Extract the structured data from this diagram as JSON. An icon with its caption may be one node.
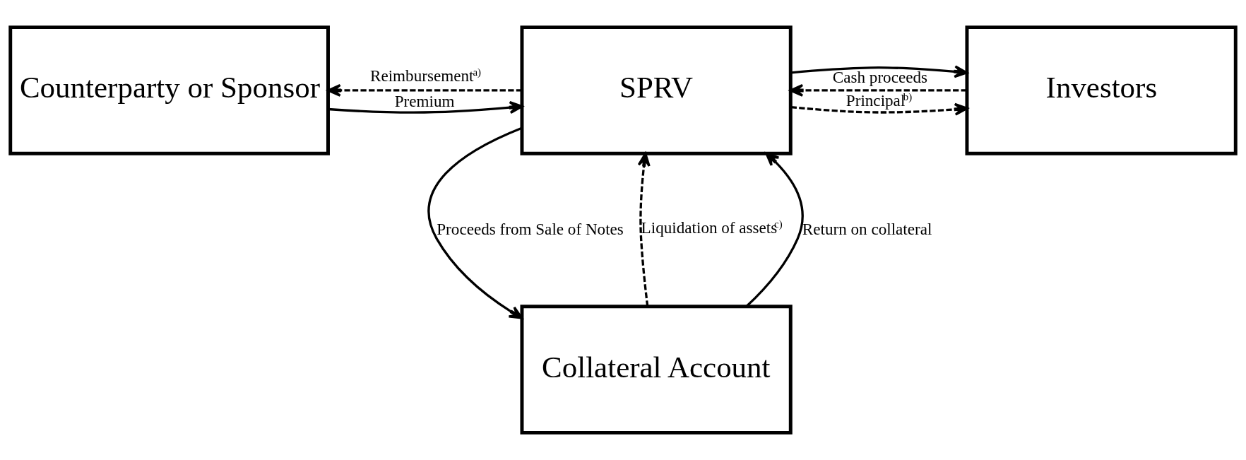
{
  "diagram": {
    "nodes": [
      {
        "text": [
          "Counterparty or Sponsor"
        ]
      },
      {
        "text": [
          "SPRV"
        ]
      },
      {
        "text": [
          "Investors"
        ]
      },
      {
        "text": [
          "Collateral Account"
        ]
      }
    ],
    "edges": [
      {
        "from": 0,
        "to": 1,
        "arrow": "to",
        "label": "Premium"
      },
      {
        "from": 1,
        "to": 0,
        "arrow": "to",
        "label": "Reimbursement$^{a)}$",
        "style": "dashed"
      },
      {
        "from": 1,
        "to": 2,
        "arrow": "to"
      },
      {
        "from": 1,
        "to": 2,
        "arrow": "to",
        "label": "Principal$^{b)}$",
        "style": "dashed"
      },
      {
        "from": 2,
        "to": 1,
        "arrow": "to",
        "label": "Cash proceeds",
        "style": "dashed"
      },
      {
        "from": 3,
        "to": 1,
        "arrow": "to",
        "label": "Liquidation of assets$^{c)}$",
        "style": "dashed"
      },
      {
        "from": 3,
        "to": 1,
        "arrow": "to",
        "label": "Return on collateral"
      },
      {
        "from": 1,
        "to": 3,
        "arrow": "to",
        "label": "Proceeds from Sale of Notes"
      }
    ]
  }
}
